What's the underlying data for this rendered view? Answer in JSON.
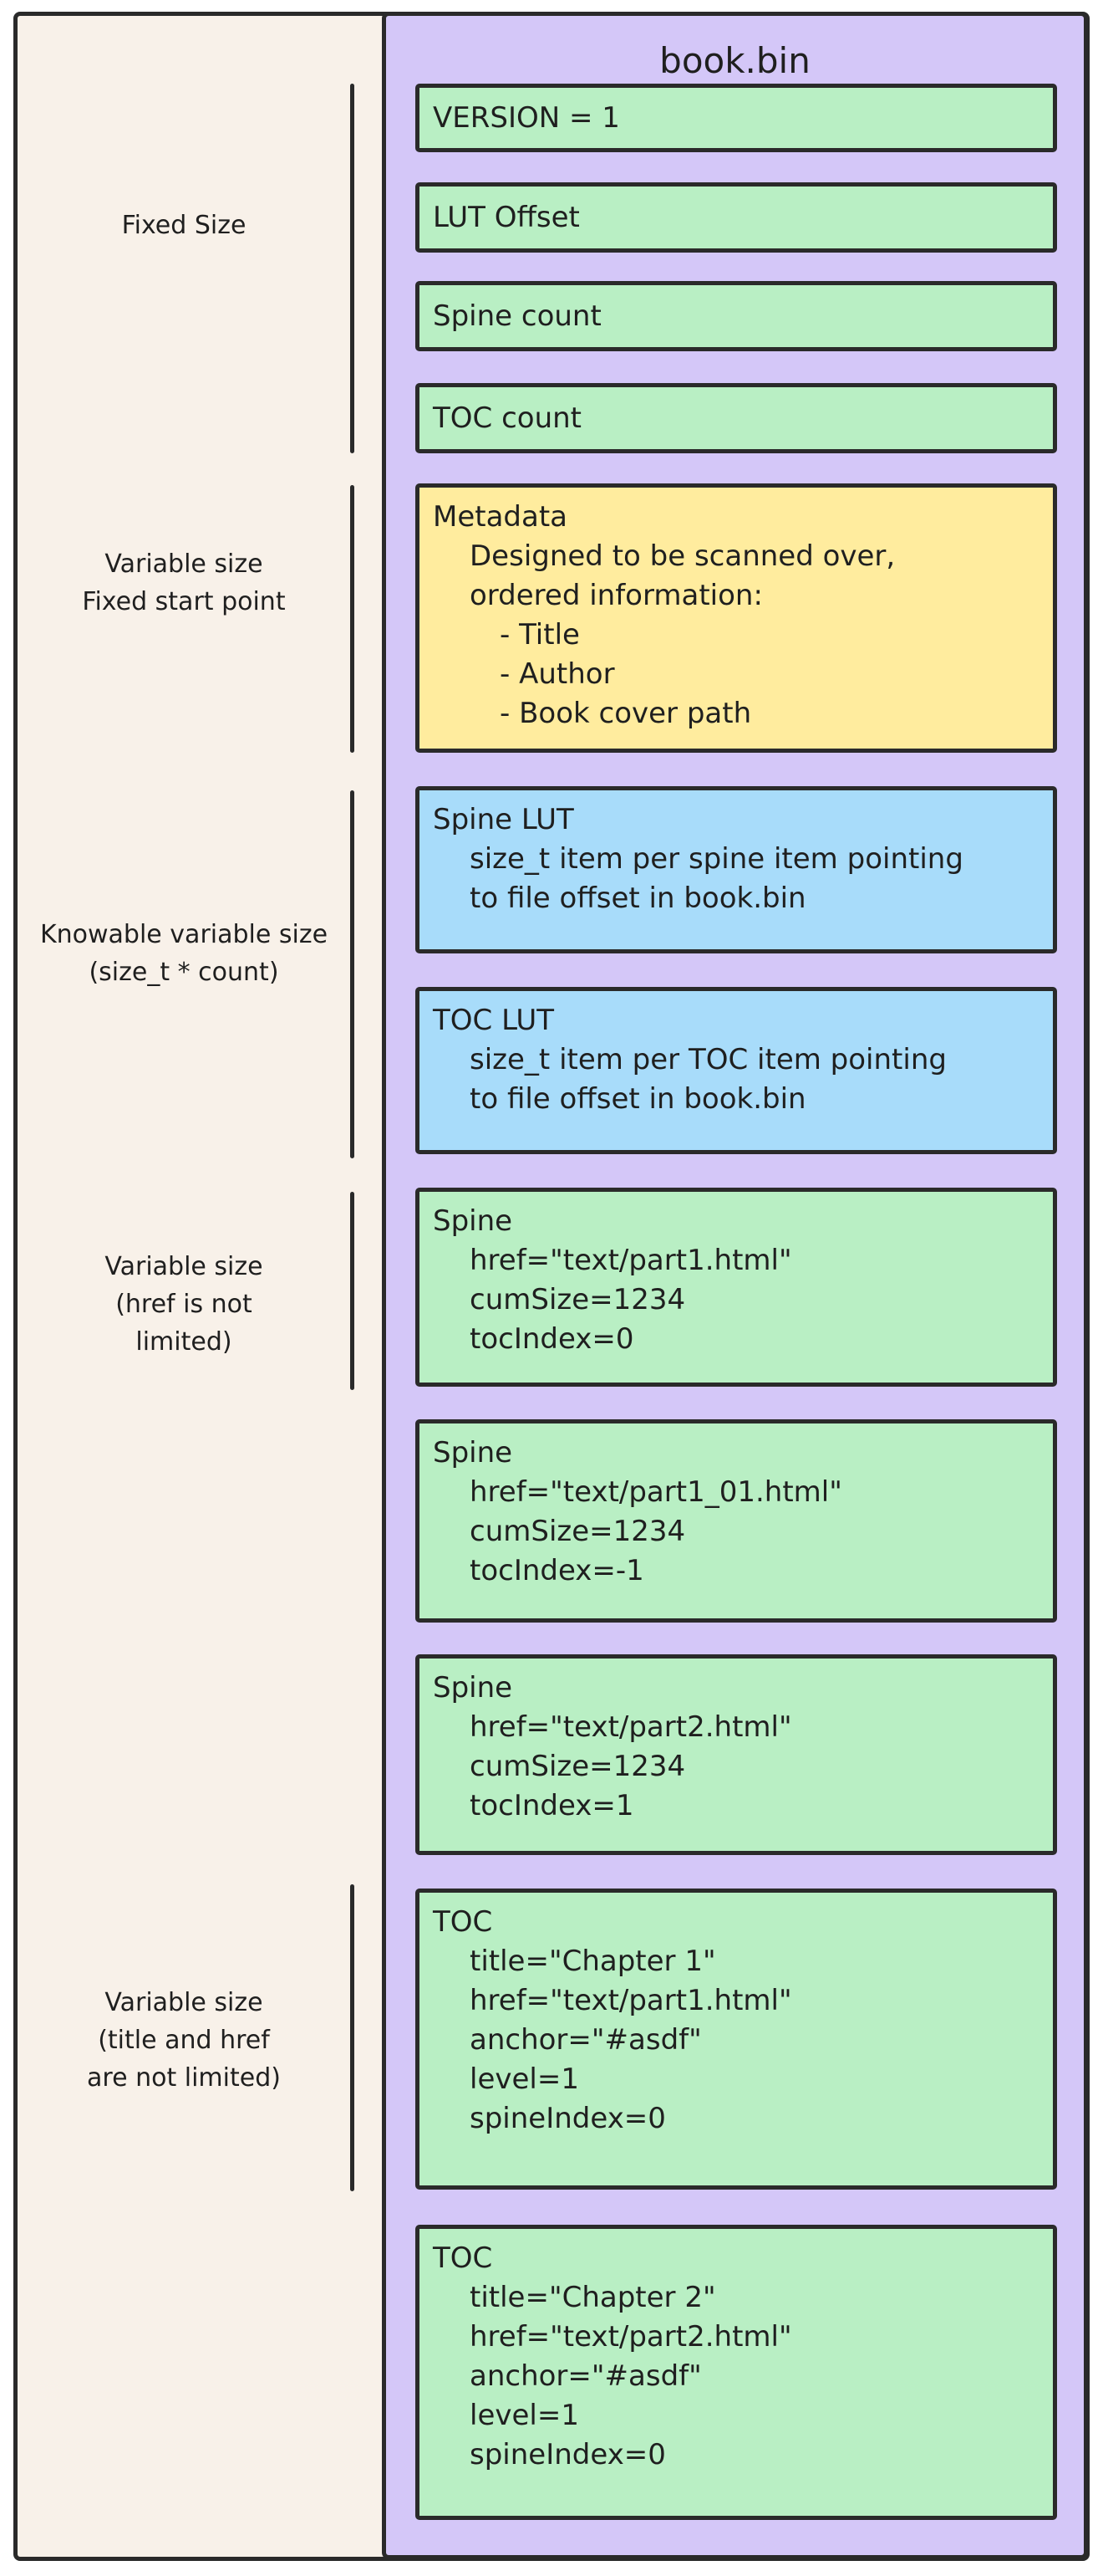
{
  "diagram": {
    "title": "book.bin",
    "colors": {
      "stroke": "#2a2a2a",
      "canvas_background": "#f8f1e9",
      "container_purple": "#d4c7f8",
      "field_green": "#b9efc4",
      "metadata_yellow": "#ffec9e",
      "lut_blue": "#a8dcfa"
    },
    "left_labels": [
      {
        "lines": [
          "Fixed Size"
        ]
      },
      {
        "lines": [
          "Variable size",
          "Fixed start point"
        ]
      },
      {
        "lines": [
          "Knowable variable size",
          "(size_t * count)"
        ]
      },
      {
        "lines": [
          "Variable size",
          "(href is not",
          "limited)"
        ]
      },
      {
        "lines": [
          "Variable size",
          "(title and href",
          "are not limited)"
        ]
      }
    ],
    "boxes": [
      {
        "color": "green",
        "lines": [
          {
            "text": "VERSION = 1",
            "indent": 0
          }
        ]
      },
      {
        "color": "green",
        "lines": [
          {
            "text": "LUT Offset",
            "indent": 0
          }
        ]
      },
      {
        "color": "green",
        "lines": [
          {
            "text": "Spine count",
            "indent": 0
          }
        ]
      },
      {
        "color": "green",
        "lines": [
          {
            "text": "TOC count",
            "indent": 0
          }
        ]
      },
      {
        "color": "yellow",
        "lines": [
          {
            "text": "Metadata",
            "indent": 0
          },
          {
            "text": "Designed to be scanned over,",
            "indent": 1
          },
          {
            "text": "ordered information:",
            "indent": 1
          },
          {
            "text": "- Title",
            "indent": 2
          },
          {
            "text": "- Author",
            "indent": 2
          },
          {
            "text": "- Book cover path",
            "indent": 2
          }
        ]
      },
      {
        "color": "blue",
        "lines": [
          {
            "text": "Spine LUT",
            "indent": 0
          },
          {
            "text": "size_t item per spine item pointing",
            "indent": 1
          },
          {
            "text": "to file offset in book.bin",
            "indent": 1
          }
        ]
      },
      {
        "color": "blue",
        "lines": [
          {
            "text": "TOC LUT",
            "indent": 0
          },
          {
            "text": "size_t item per TOC item pointing",
            "indent": 1
          },
          {
            "text": "to file offset in book.bin",
            "indent": 1
          }
        ]
      },
      {
        "color": "green",
        "lines": [
          {
            "text": "Spine",
            "indent": 0
          },
          {
            "text": "href=\"text/part1.html\"",
            "indent": 1
          },
          {
            "text": "cumSize=1234",
            "indent": 1
          },
          {
            "text": "tocIndex=0",
            "indent": 1
          }
        ]
      },
      {
        "color": "green",
        "lines": [
          {
            "text": "Spine",
            "indent": 0
          },
          {
            "text": "href=\"text/part1_01.html\"",
            "indent": 1
          },
          {
            "text": "cumSize=1234",
            "indent": 1
          },
          {
            "text": "tocIndex=-1",
            "indent": 1
          }
        ]
      },
      {
        "color": "green",
        "lines": [
          {
            "text": "Spine",
            "indent": 0
          },
          {
            "text": "href=\"text/part2.html\"",
            "indent": 1
          },
          {
            "text": "cumSize=1234",
            "indent": 1
          },
          {
            "text": "tocIndex=1",
            "indent": 1
          }
        ]
      },
      {
        "color": "green",
        "lines": [
          {
            "text": "TOC",
            "indent": 0
          },
          {
            "text": "title=\"Chapter 1\"",
            "indent": 1
          },
          {
            "text": "href=\"text/part1.html\"",
            "indent": 1
          },
          {
            "text": "anchor=\"#asdf\"",
            "indent": 1
          },
          {
            "text": "level=1",
            "indent": 1
          },
          {
            "text": "spineIndex=0",
            "indent": 1
          }
        ]
      },
      {
        "color": "green",
        "lines": [
          {
            "text": "TOC",
            "indent": 0
          },
          {
            "text": "title=\"Chapter 2\"",
            "indent": 1
          },
          {
            "text": "href=\"text/part2.html\"",
            "indent": 1
          },
          {
            "text": "anchor=\"#asdf\"",
            "indent": 1
          },
          {
            "text": "level=1",
            "indent": 1
          },
          {
            "text": "spineIndex=0",
            "indent": 1
          }
        ]
      }
    ]
  }
}
